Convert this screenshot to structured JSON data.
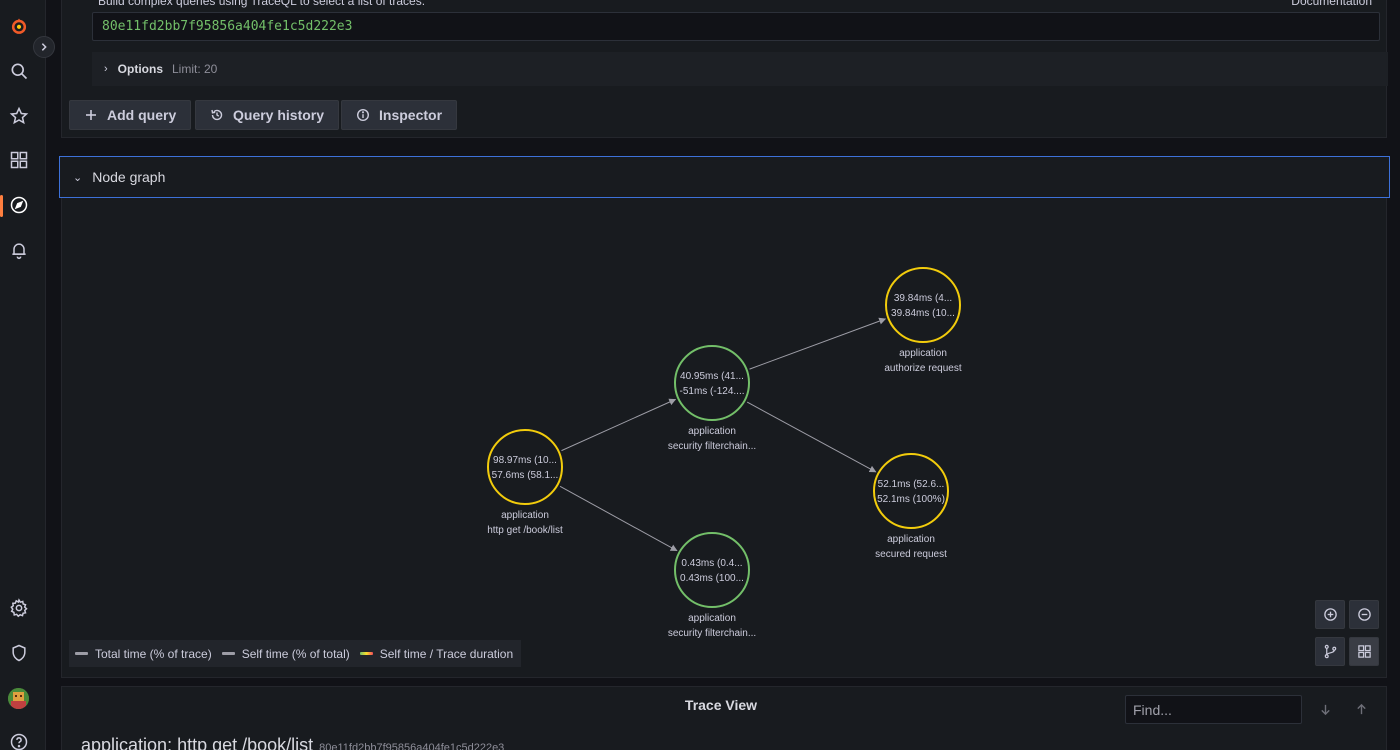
{
  "query": {
    "help_text": "Build complex queries using TraceQL to select a list of traces.",
    "documentation_link": "Documentation",
    "trace_id_value": "80e11fd2bb7f95856a404fe1c5d222e3",
    "options_label": "Options",
    "options_limit": "Limit: 20"
  },
  "toolbar": {
    "add_query": "Add query",
    "query_history": "Query history",
    "inspector": "Inspector"
  },
  "node_graph": {
    "title": "Node graph",
    "nodes": [
      {
        "id": "n1",
        "stat1": "98.97ms (10...",
        "stat2": "57.6ms (58.1...",
        "title": "application",
        "subtitle": "http get /book/list",
        "color": "#f2cc0c"
      },
      {
        "id": "n2",
        "stat1": "40.95ms (41...",
        "stat2": "-51ms (-124....",
        "title": "application",
        "subtitle": "security filterchain...",
        "color": "#73bf69"
      },
      {
        "id": "n3",
        "stat1": "39.84ms (4...",
        "stat2": "39.84ms (10...",
        "title": "application",
        "subtitle": "authorize request",
        "color": "#f2cc0c"
      },
      {
        "id": "n4",
        "stat1": "52.1ms (52.6...",
        "stat2": "52.1ms (100%)",
        "title": "application",
        "subtitle": "secured request",
        "color": "#f2cc0c"
      },
      {
        "id": "n5",
        "stat1": "0.43ms (0.4...",
        "stat2": "0.43ms (100...",
        "title": "application",
        "subtitle": "security filterchain...",
        "color": "#73bf69"
      }
    ],
    "edges": [
      {
        "from": "n1",
        "to": "n2"
      },
      {
        "from": "n1",
        "to": "n5"
      },
      {
        "from": "n2",
        "to": "n3"
      },
      {
        "from": "n2",
        "to": "n4"
      }
    ],
    "legend": {
      "total_time": "Total time (% of trace)",
      "self_time": "Self time (% of total)",
      "self_duration": "Self time / Trace duration"
    }
  },
  "trace_view": {
    "title": "Trace View",
    "find_placeholder": "Find...",
    "service_heading": "application: http get /book/list",
    "trace_id": "80e11fd2bb7f95856a404fe1c5d222e3"
  },
  "colors": {
    "accent_blue": "#3d71d9",
    "node_green": "#73bf69",
    "node_yellow": "#f2cc0c",
    "grafana_orange": "#ff7f3f"
  }
}
